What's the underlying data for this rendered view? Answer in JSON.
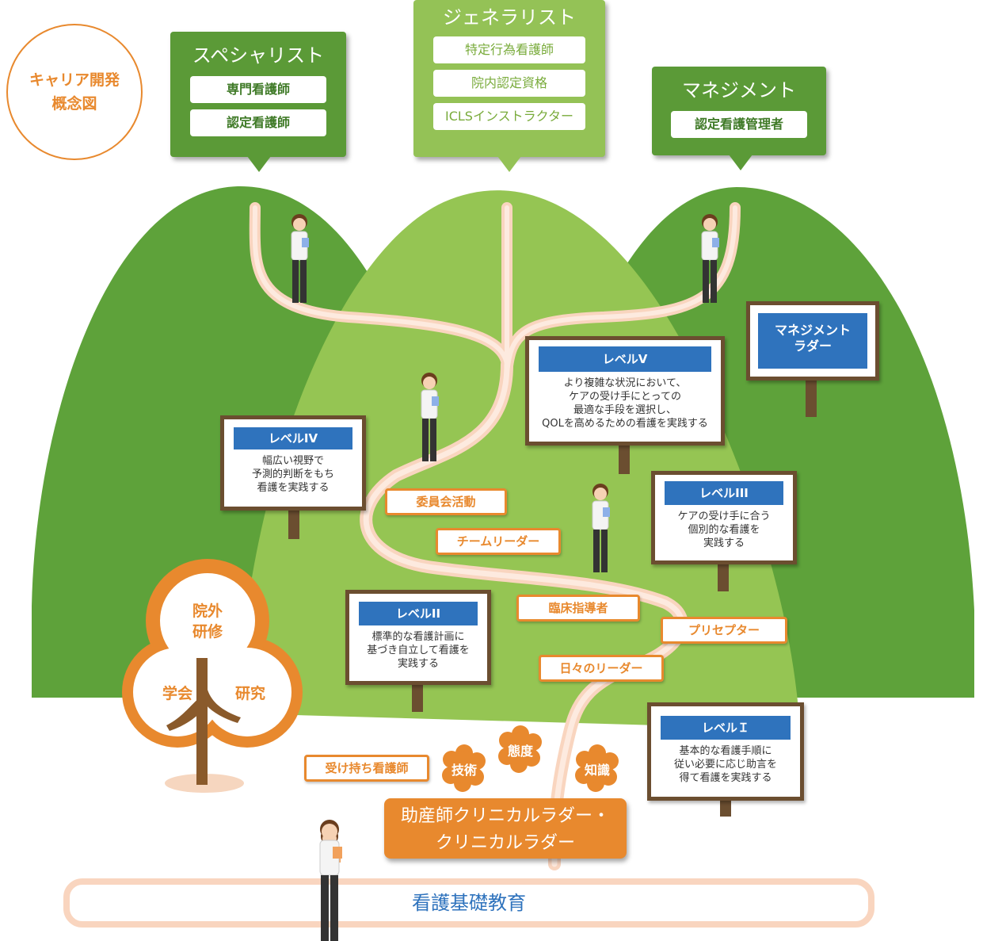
{
  "title": {
    "line1": "キャリア開発",
    "line2": "概念図"
  },
  "goals": {
    "specialist": {
      "heading": "スペシャリスト",
      "items": [
        "専門看護師",
        "認定看護師"
      ]
    },
    "generalist": {
      "heading": "ジェネラリスト",
      "items": [
        "特定行為看護師",
        "院内認定資格",
        "ICLSインストラクター"
      ]
    },
    "management": {
      "heading": "マネジメント",
      "items": [
        "認定看護管理者"
      ]
    }
  },
  "ladders": {
    "management_ladder": {
      "line1": "マネジメント",
      "line2": "ラダー"
    },
    "level5": {
      "label": "レベルV",
      "desc": [
        "より複雑な状況において、",
        "ケアの受け手にとっての",
        "最適な手段を選択し、",
        "QOLを高めるための看護を実践する"
      ]
    },
    "level4": {
      "label": "レベルIV",
      "desc": [
        "幅広い視野で",
        "予測的判断をもち",
        "看護を実践する"
      ]
    },
    "level3": {
      "label": "レベルIII",
      "desc": [
        "ケアの受け手に合う",
        "個別的な看護を",
        "実践する"
      ]
    },
    "level2": {
      "label": "レベルII",
      "desc": [
        "標準的な看護計画に",
        "基づき自立して看護を",
        "実践する"
      ]
    },
    "level1": {
      "label": "レベルＩ",
      "desc": [
        "基本的な看護手順に",
        "従い必要に応じ助言を",
        "得て看護を実践する"
      ]
    }
  },
  "roles": {
    "committee": "委員会活動",
    "team_leader": "チームリーダー",
    "clinical_instructor": "臨床指導者",
    "preceptor": "プリセプター",
    "daily_leader": "日々のリーダー",
    "assigned_nurse": "受け持ち看護師"
  },
  "competencies": {
    "skill": "技術",
    "attitude": "態度",
    "knowledge": "知識"
  },
  "tree": {
    "top": [
      "院外",
      "研修"
    ],
    "left": "学会",
    "right": "研究"
  },
  "clinical_ladder": {
    "line1": "助産師クリニカルラダー・",
    "line2": "クリニカルラダー"
  },
  "foundation": "看護基礎教育",
  "colors": {
    "orange": "#e8892e",
    "dark_green": "#5b9a37",
    "light_green": "#94c256",
    "path": "#f9d5bf",
    "level_blue": "#2f73bd",
    "board_brown": "#6b4e30"
  }
}
